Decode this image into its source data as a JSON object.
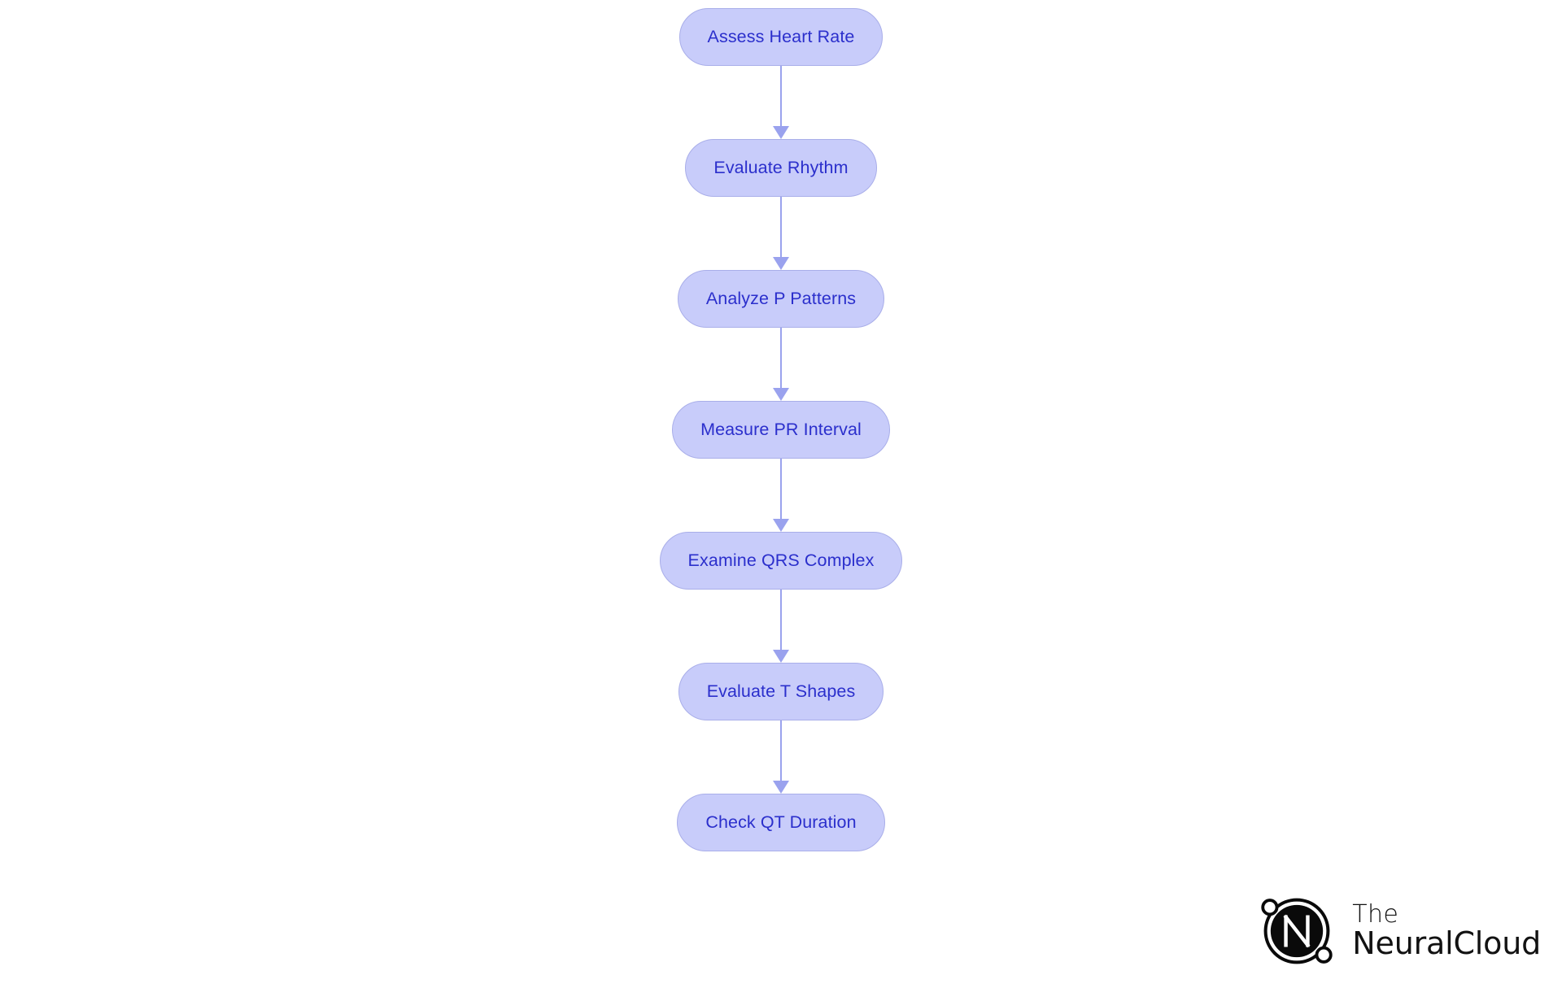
{
  "chart_data": {
    "type": "diagram",
    "diagram_type": "flowchart",
    "orientation": "top-to-bottom",
    "title": "",
    "node_shape": "stadium",
    "nodes": [
      {
        "id": "n1",
        "label": "Assess Heart Rate"
      },
      {
        "id": "n2",
        "label": "Evaluate Rhythm"
      },
      {
        "id": "n3",
        "label": "Analyze P Patterns"
      },
      {
        "id": "n4",
        "label": "Measure PR Interval"
      },
      {
        "id": "n5",
        "label": "Examine QRS Complex"
      },
      {
        "id": "n6",
        "label": "Evaluate T Shapes"
      },
      {
        "id": "n7",
        "label": "Check QT Duration"
      }
    ],
    "edges": [
      {
        "from": "n1",
        "to": "n2",
        "label": ""
      },
      {
        "from": "n2",
        "to": "n3",
        "label": ""
      },
      {
        "from": "n3",
        "to": "n4",
        "label": ""
      },
      {
        "from": "n4",
        "to": "n5",
        "label": ""
      },
      {
        "from": "n5",
        "to": "n6",
        "label": ""
      },
      {
        "from": "n6",
        "to": "n7",
        "label": ""
      }
    ],
    "colors": {
      "node_fill": "#c8ccfa",
      "node_border": "#a9aee9",
      "node_text": "#2b2fcc",
      "edge": "#9aa2ee",
      "background": "#ffffff"
    }
  },
  "logo": {
    "mark_letter": "N",
    "line1": "The",
    "line2": "NeuralCloud",
    "color": "#121212"
  }
}
